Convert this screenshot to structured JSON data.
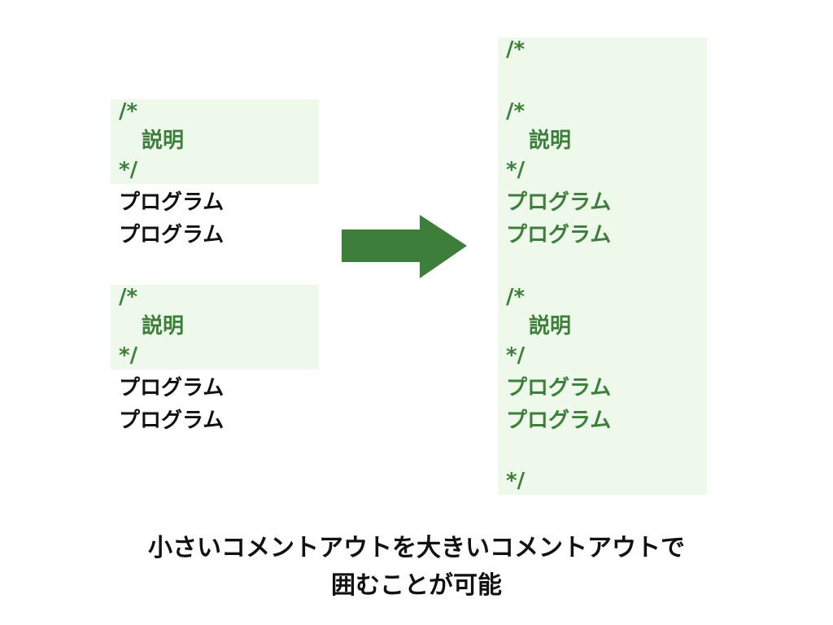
{
  "left_block_1": {
    "comment_open": "/*",
    "comment_body": "説明",
    "comment_close": "*/",
    "code_1": "プログラム",
    "code_2": "プログラム"
  },
  "left_block_2": {
    "comment_open": "/*",
    "comment_body": "説明",
    "comment_close": "*/",
    "code_1": "プログラム",
    "code_2": "プログラム"
  },
  "right_block": {
    "outer_open": "/*",
    "inner1_open": "/*",
    "inner1_body": "説明",
    "inner1_close": "*/",
    "inner1_code_1": "プログラム",
    "inner1_code_2": "プログラム",
    "inner2_open": "/*",
    "inner2_body": "説明",
    "inner2_close": "*/",
    "inner2_code_1": "プログラム",
    "inner2_code_2": "プログラム",
    "outer_close": "*/"
  },
  "caption": {
    "line_1": "小さいコメントアウトを大きいコメントアウトで",
    "line_2": "囲むことが可能"
  },
  "colors": {
    "comment_green": "#3d7f3a",
    "comment_bg": "#eef9ec",
    "arrow_green": "#3d7f3a",
    "text_black": "#111111"
  }
}
